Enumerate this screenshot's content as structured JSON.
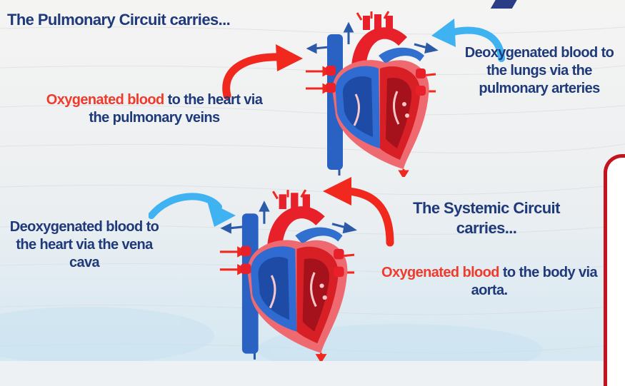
{
  "pulmonary": {
    "title": "The Pulmonary Circuit carries...",
    "left_highlight": "Oxygenated blood",
    "left_rest": " to the heart via the pulmonary veins",
    "right_text": "Deoxygenated blood to the lungs via the pulmonary arteries"
  },
  "systemic": {
    "title": "The Systemic Circuit carries...",
    "right_highlight": "Oxygenated blood",
    "right_rest": " to the body via aorta.",
    "left_text": "Deoxygenated blood to the  heart via the vena cava"
  },
  "colors": {
    "navy_text": "#1f3a7a",
    "red_highlight": "#f03a2c",
    "red_arrow": "#f0281e",
    "blue_arrow": "#3fb3f2",
    "frame_red": "#c4121e"
  },
  "icons": [
    "heart-diagram-icon",
    "curved-arrow-icon"
  ]
}
